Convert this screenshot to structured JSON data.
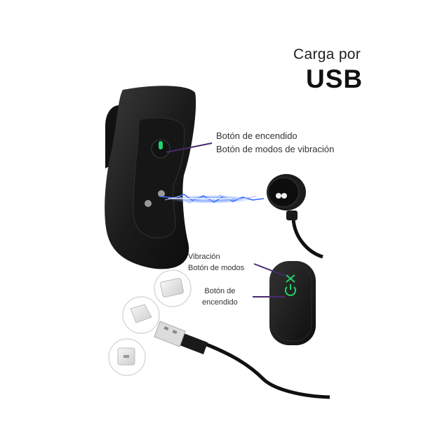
{
  "heading": {
    "line1": "Carga por",
    "line2": "USB"
  },
  "labels": {
    "main_device_line1": "Botón de encendido",
    "main_device_line2": "Botón de modos de vibración",
    "remote_mode_line1": "Vibración",
    "remote_mode_line2": "Botón de modos",
    "remote_power_line1": "Botón de",
    "remote_power_line2": "encendido"
  },
  "icons": {
    "power": "power-icon",
    "vibration": "vibration-icon"
  },
  "colors": {
    "leader_line": "#4b2a6e",
    "led_green": "#22d46a",
    "device_body": "#1a1a1a",
    "spark": "#3a6cff"
  }
}
